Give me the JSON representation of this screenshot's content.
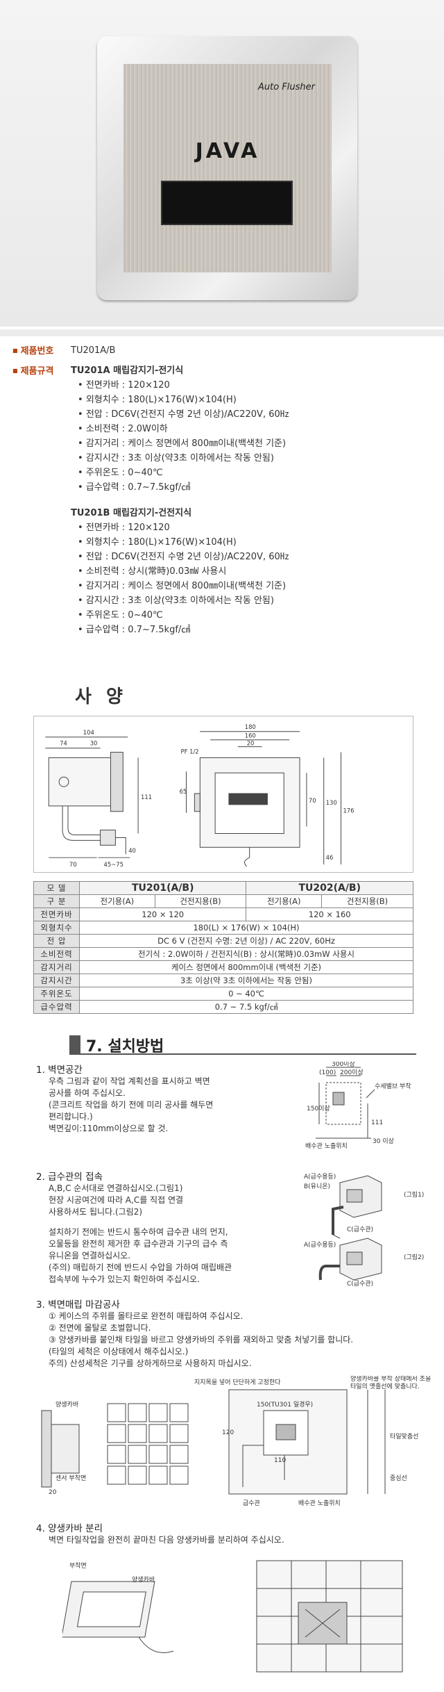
{
  "hero": {
    "tag": "Auto Flusher",
    "brand": "JAVA"
  },
  "specs": {
    "model_label": "제품번호",
    "model_value": "TU201A/B",
    "spec_label": "제품규격",
    "a_title": "TU201A 매립감지기-전기식",
    "a_items": [
      "전면카바 : 120×120",
      "외형치수 : 180(L)×176(W)×104(H)",
      "전압 : DC6V(건전지 수명 2년 이상)/AC220V, 60㎐",
      "소비전력 : 2.0W이하",
      "감지거리 : 케이스 정면에서 800㎜이내(백색천 기준)",
      "감지시간 : 3초 이상(약3초 이하에서는 작동 안됨)",
      "주위온도 : 0~40℃",
      "급수압력 : 0.7~7.5kgf/㎠"
    ],
    "b_title": "TU201B 매립감지기-건전지식",
    "b_items": [
      "전면카바 : 120×120",
      "외형치수 : 180(L)×176(W)×104(H)",
      "전압 : DC6V(건전지 수명 2년 이상)/AC220V, 60㎐",
      "소비전력 : 상시(常時)0.03㎽ 사용시",
      "감지거리 : 케이스 정면에서 800㎜이내(백색천 기준)",
      "감지시간 : 3초 이상(약3초 이하에서는 작동 안됨)",
      "주위온도 : 0~40℃",
      "급수압력 : 0.7~7.5kgf/㎠"
    ]
  },
  "sayang": "사 양",
  "dims": {
    "side_top": "104",
    "side_a": "74",
    "side_b": "30",
    "side_h": "111",
    "side_40": "40",
    "side_70": "70",
    "side_45": "45~75",
    "front_180": "180",
    "front_160": "160",
    "front_20": "20",
    "front_65": "65",
    "front_70": "70",
    "front_130": "130",
    "front_176": "176",
    "front_46": "46",
    "front_pf": "PF 1/2"
  },
  "table": {
    "h_model": "모 델",
    "m1": "TU201(A/B)",
    "m2": "TU202(A/B)",
    "h_kind": "구 분",
    "k1": "전기용(A)",
    "k2": "건전지용(B)",
    "k3": "전기용(A)",
    "k4": "건전지용(B)",
    "h_cover": "전면카바",
    "cover1": "120 × 120",
    "cover2": "120 × 160",
    "h_size": "외형치수",
    "size": "180(L) × 176(W) × 104(H)",
    "h_volt": "전 압",
    "volt": "DC 6 V (건전지 수명: 2년 이상) / AC 220V, 60Hz",
    "h_power": "소비전력",
    "power": "전기식 : 2.0W이하 / 건전지식(B) : 상시(常時)0.03mW 사용시",
    "h_dist": "감지거리",
    "dist": "케이스 정면에서 800mm이내 (백색천 기준)",
    "h_time": "감지시간",
    "time": "3초 이상(약 3초 이하에서는 작동 안됨)",
    "h_temp": "주위온도",
    "temp": "0 ~ 40℃",
    "h_press": "급수압력",
    "press": "0.7 ~ 7.5 kgf/㎠"
  },
  "install": {
    "title": "7. 설치방법",
    "s1": "1. 벽면공간",
    "s1_lines": [
      "우측 그림과 같이 작업 계획선을 표시하고 벽면",
      "공사를 하여 주십시오.",
      "(콘크리트 작업을 하기 전에 미리 공사를 해두면",
      "편리합니다.)",
      "벽면깊이:110mm이상으로 할 것."
    ],
    "s1_fig": {
      "d300": "300이상",
      "d100": "(100)",
      "d200": "200이상",
      "d150": "150이상",
      "valve": "수세밸브 부착",
      "d111": "111",
      "d30": "30 이상",
      "pipe": "배수관 노출위치"
    },
    "s2": "2. 급수관의 접속",
    "s2_lines": [
      "A,B,C 순서대로 연결하십시오.(그림1)",
      "현장 시공여건에 따라 A,C를 직접 연결",
      "사용하셔도 됩니다.(그림2)",
      "",
      "설치하기 전에는 반드시 통수하여 급수관 내의 먼지,",
      "오물등을 완전히 제거한 후 급수관과 기구의 급수 측",
      "유니온을 연결하십시오.",
      "(주의) 매립하기 전에 반드시 수압을 가하여 매립배관",
      "        접속부에 누수가 있는지 확인하여 주십시오."
    ],
    "s2_fig": {
      "a1": "A(급수용등)",
      "b1": "B(유니온)",
      "c1": "C(급수관)",
      "fig1": "(그림1)",
      "a2": "A(급수용등)",
      "c2": "C(급수관)",
      "fig2": "(그림2)"
    },
    "s3": "3. 벽면매립 마감공사",
    "s3_lines": [
      "① 케이스의 주위를 몰타르로 완전히 매립하여 주십시오.",
      "② 전면에 몰탈로 초벌합니다.",
      "③ 양생카바를 붙인채 타일을 바르고 양생카바의 주위를 재외하고 맞춤 처넣기를 합니다.",
      "   (타일의 세척은 이상태에서 해주십시오.)",
      "주의) 산성세척은 기구를 상하게하므로 사용하지 마십시오."
    ],
    "s3_fig": {
      "cover": "양생카바",
      "sensor": "센서 부착면",
      "d20": "20",
      "tile_lbl": "지지목을 넣어 단단하게 고정한다",
      "d150": "150(TU301 일경우)",
      "d110": "110",
      "d120": "120",
      "right_note": "양생카바를 부착 상태에서 조을 타일의 옛줄선에 맞춥니다.",
      "tile_line": "타일맞춤선",
      "center": "중심선",
      "supply": "급수관",
      "drain": "배수관 노출위치"
    },
    "s4": "4. 양생카바 분리",
    "s4_line": "벽면 타일작업을 완전히 끝마친 다음 양생카바를 분리하여 주십시오.",
    "s4_fig": {
      "attach": "부착면",
      "cover": "양생카바"
    }
  }
}
